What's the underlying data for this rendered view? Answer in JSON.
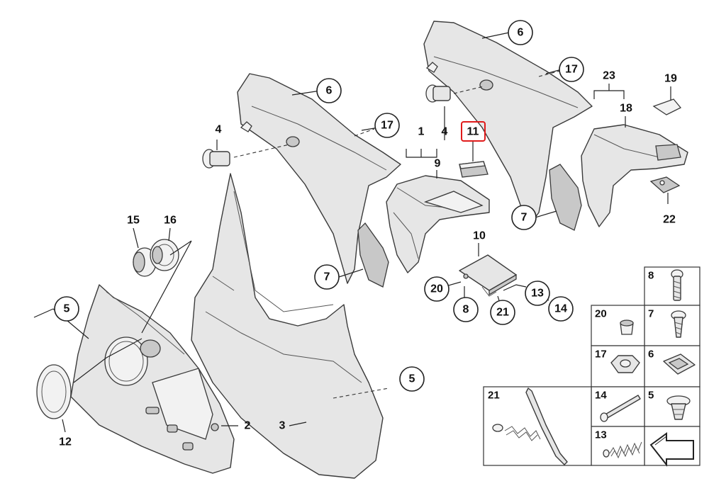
{
  "callouts": {
    "c6a": "6",
    "c6b": "6",
    "c17a": "17",
    "c17b": "17",
    "c7a": "7",
    "c7b": "7",
    "c5a": "5",
    "c5b": "5",
    "c20": "20",
    "c8": "8",
    "c21": "21",
    "c13": "13",
    "c14": "14"
  },
  "labels": {
    "l4a": "4",
    "l4b": "4",
    "l1": "1",
    "l9": "9",
    "l11": "11",
    "l10": "10",
    "l23": "23",
    "l18": "18",
    "l19": "19",
    "l22": "22",
    "l15": "15",
    "l16": "16",
    "l12": "12",
    "l2": "2",
    "l3": "3"
  },
  "grid": {
    "g8": "8",
    "g20": "20",
    "g7": "7",
    "g17": "17",
    "g6": "6",
    "g21": "21",
    "g14": "14",
    "g5": "5",
    "g13": "13"
  },
  "icons": {
    "direction": "arrow-icon"
  }
}
